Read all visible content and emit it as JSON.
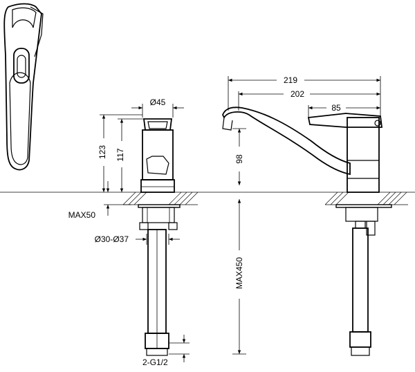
{
  "dimensions": {
    "d219": "219",
    "d202": "202",
    "d85": "85",
    "d98": "98",
    "dmax450": "MAX450",
    "d45": "Ø45",
    "d123": "123",
    "d117": "117",
    "dmax50": "MAX50",
    "d30_37": "Ø30-Ø37",
    "dg12": "2-G1/2"
  }
}
